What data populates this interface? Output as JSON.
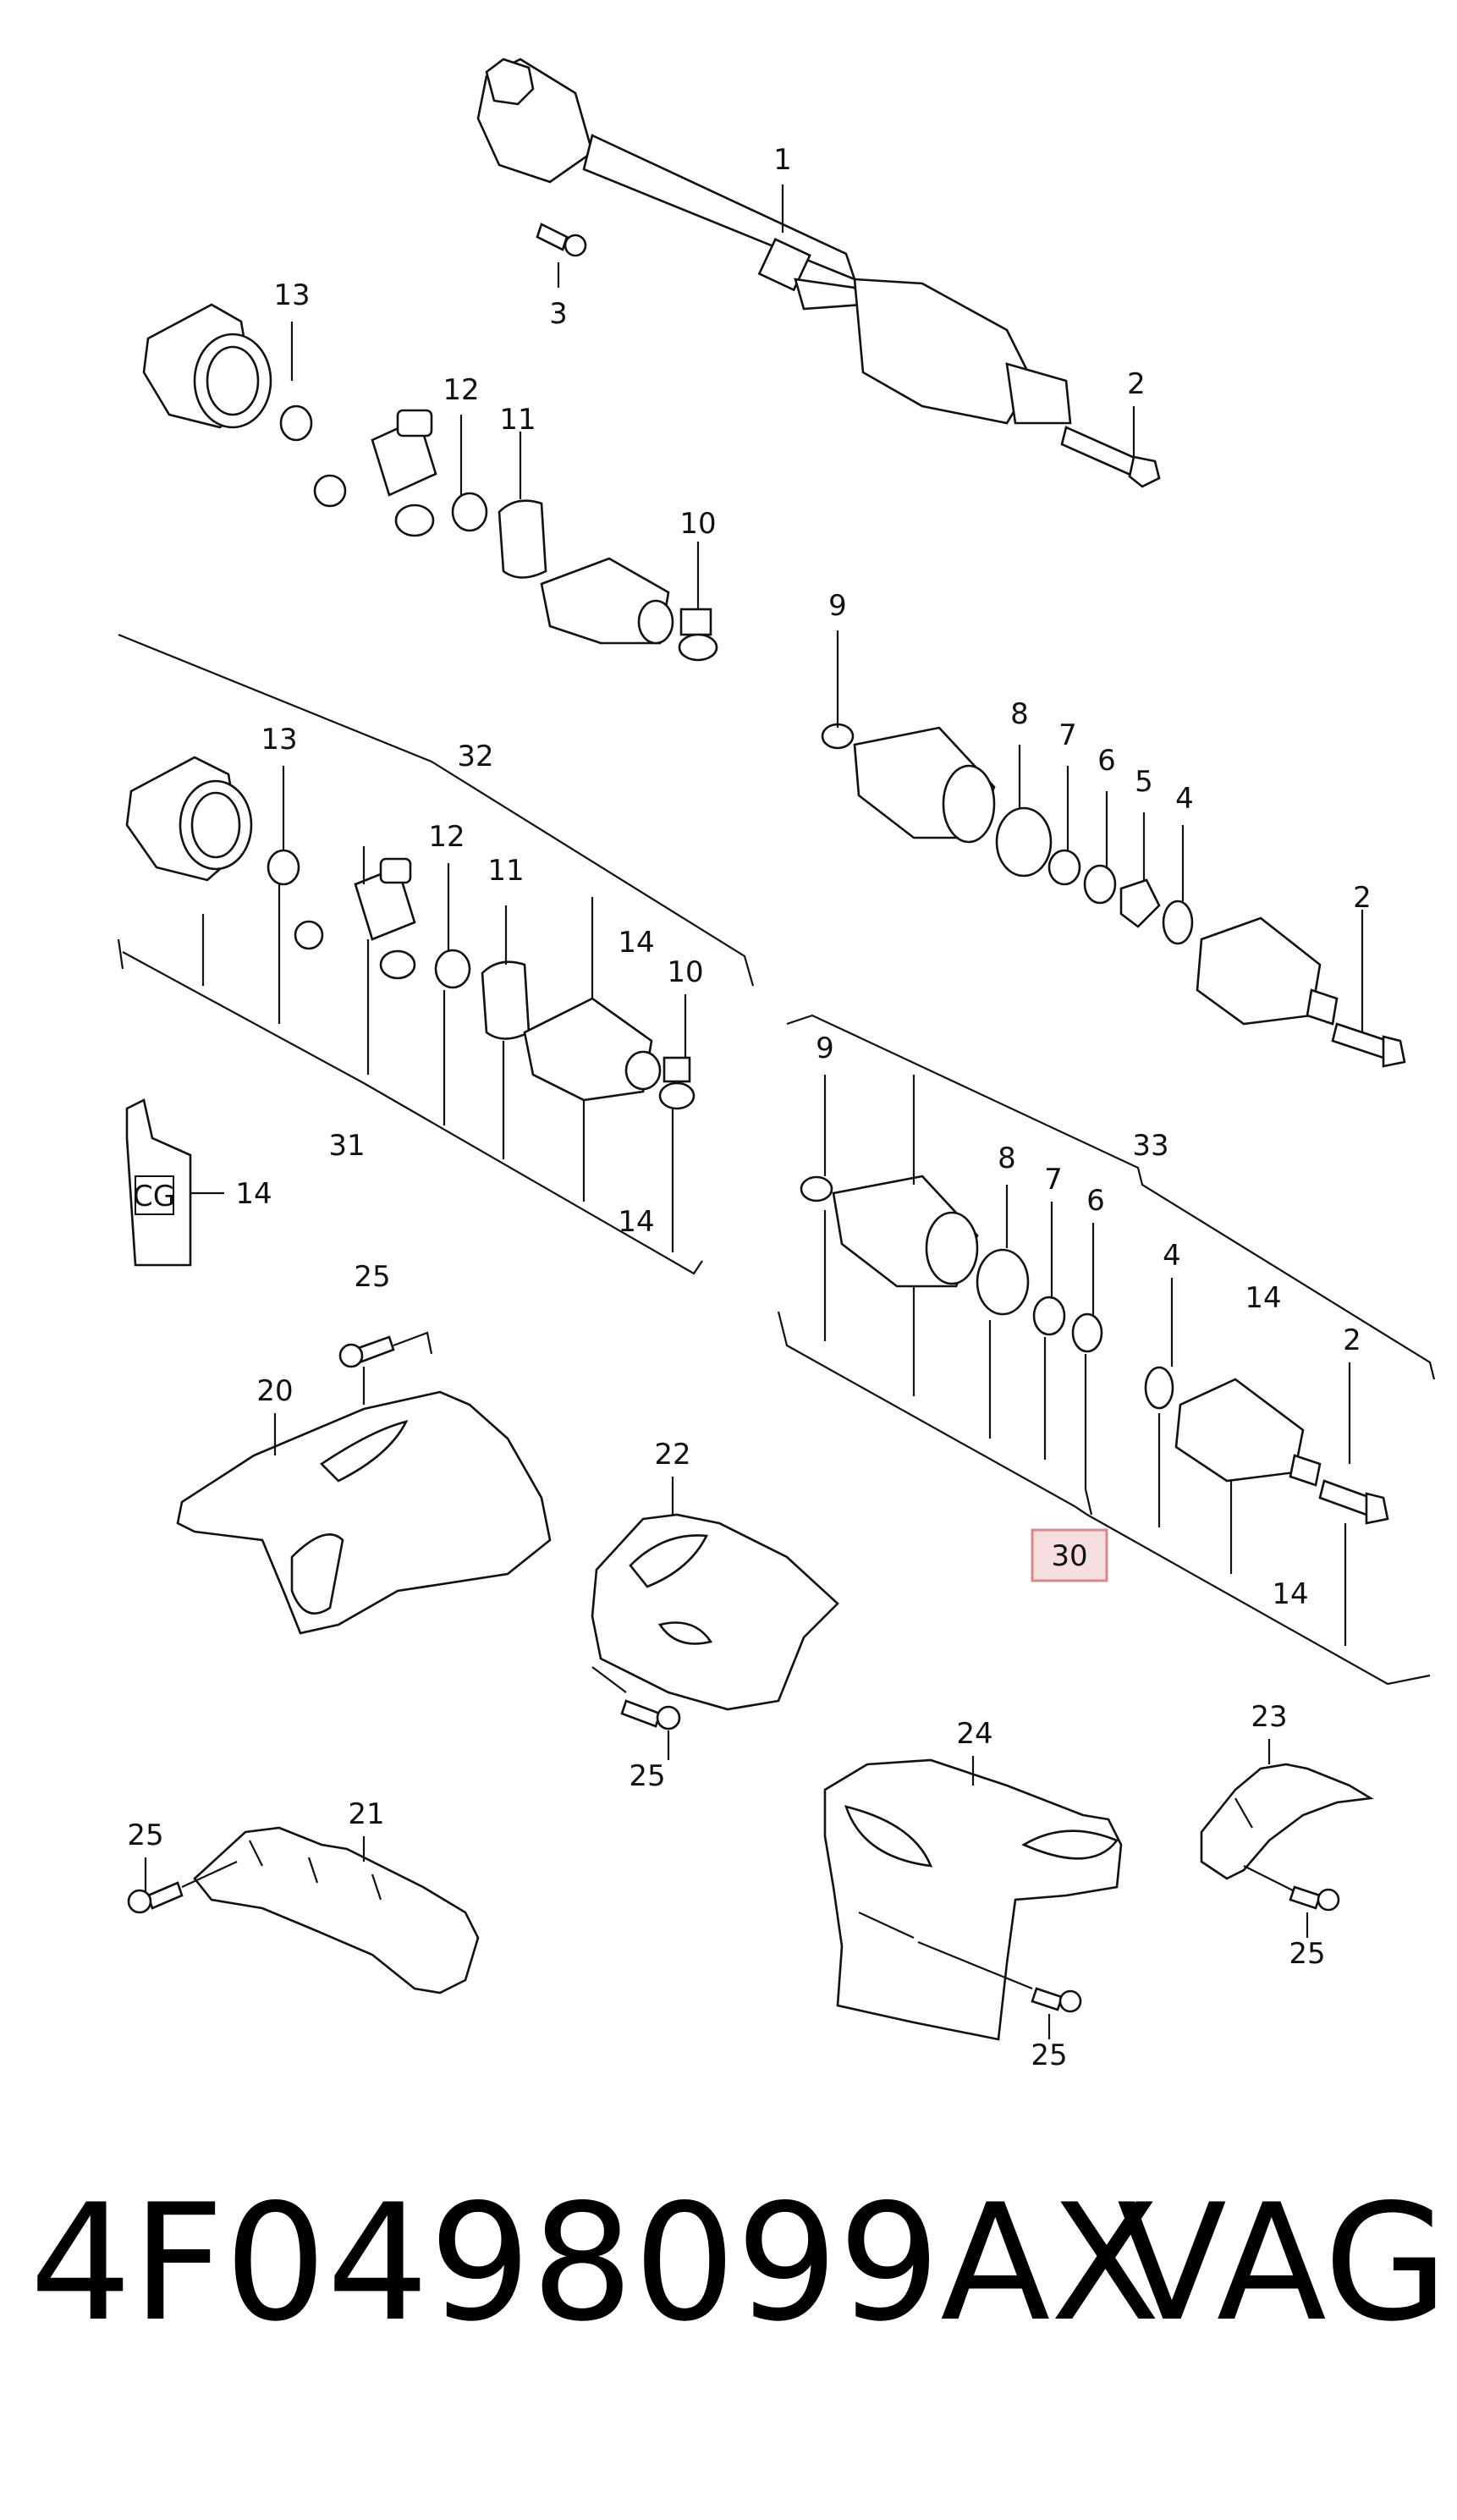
{
  "callouts": {
    "c1": "1",
    "c2a": "2",
    "c3": "3",
    "c13a": "13",
    "c12a": "12",
    "c11a": "11",
    "c10a": "10",
    "c9a": "9",
    "c8a": "8",
    "c7a": "7",
    "c6a": "6",
    "c5": "5",
    "c4a": "4",
    "c2b": "2",
    "c13b": "13",
    "c32": "32",
    "c12b": "12",
    "c11b": "11",
    "c14a": "14",
    "c10b": "10",
    "c14b": "14",
    "c31": "31",
    "c14tube": "14",
    "c9b": "9",
    "c33": "33",
    "c8b": "8",
    "c7b": "7",
    "c6b": "6",
    "c4b": "4",
    "c14c": "14",
    "c2c": "2",
    "c14d": "14",
    "c30": "30",
    "c25a": "25",
    "c20": "20",
    "c22": "22",
    "c25b": "25",
    "c21": "21",
    "c25c": "25",
    "c24": "24",
    "c25d": "25",
    "c23": "23",
    "c25e": "25"
  },
  "tube_label": "CG",
  "caption": {
    "part_number": "4F0498099AX",
    "brand": "VAG"
  },
  "colors": {
    "highlight_fill": "#f7dede",
    "highlight_stroke": "#d98a8a"
  }
}
